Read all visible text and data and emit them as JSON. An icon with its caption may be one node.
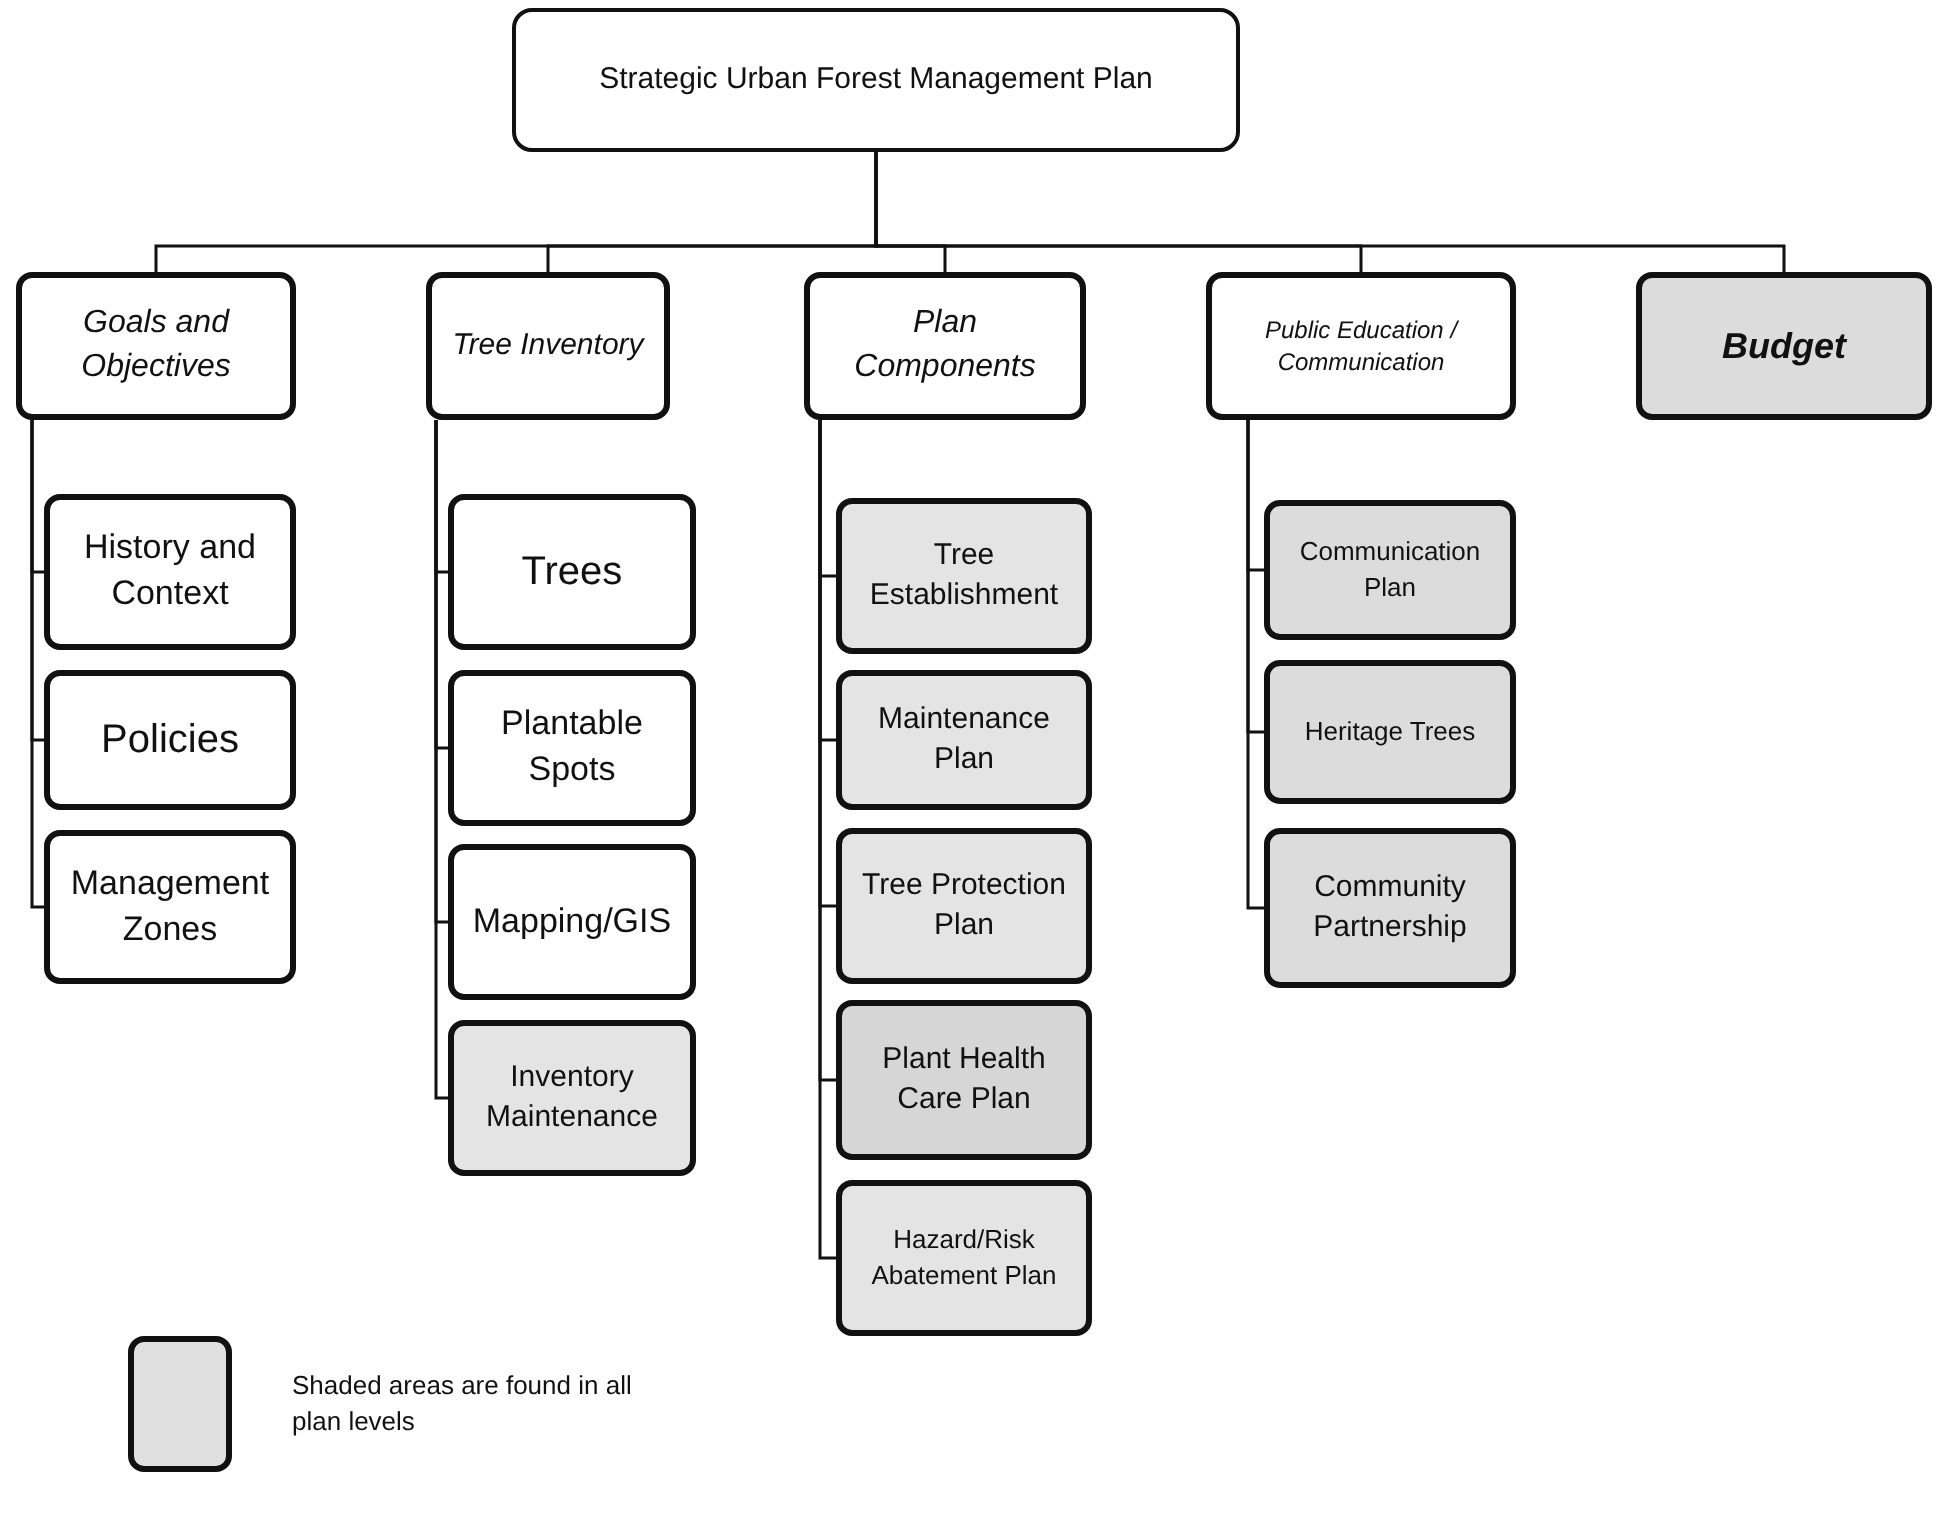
{
  "diagram": {
    "nodes": [
      {
        "text": [
          "Strategic Urban Forest Management Plan"
        ]
      },
      {
        "text": [
          "Goals and Objectives"
        ]
      },
      {
        "text": [
          "Tree Inventory"
        ]
      },
      {
        "text": [
          "Plan Components"
        ]
      },
      {
        "text": [
          "Public Education / Communication"
        ]
      },
      {
        "text": [
          "Budget"
        ]
      },
      {
        "text": [
          "History and Context"
        ]
      },
      {
        "text": [
          "Policies"
        ]
      },
      {
        "text": [
          "Management Zones"
        ]
      },
      {
        "text": [
          "Trees"
        ]
      },
      {
        "text": [
          "Plantable Spots"
        ]
      },
      {
        "text": [
          "Mapping/GIS"
        ]
      },
      {
        "text": [
          "Inventory Maintenance"
        ]
      },
      {
        "text": [
          "Tree Establishment"
        ]
      },
      {
        "text": [
          "Maintenance Plan"
        ]
      },
      {
        "text": [
          "Tree Protection Plan"
        ]
      },
      {
        "text": [
          "Plant Health Care Plan"
        ]
      },
      {
        "text": [
          "Hazard/Risk Abatement Plan"
        ]
      },
      {
        "text": [
          "Communication Plan"
        ]
      },
      {
        "text": [
          "Heritage Trees"
        ]
      },
      {
        "text": [
          "Community Partnership"
        ]
      }
    ],
    "edges": [
      {
        "from": 0,
        "to": 1,
        "arrow": "none"
      },
      {
        "from": 0,
        "to": 2,
        "arrow": "none"
      },
      {
        "from": 0,
        "to": 3,
        "arrow": "none"
      },
      {
        "from": 0,
        "to": 4,
        "arrow": "none"
      },
      {
        "from": 0,
        "to": 5,
        "arrow": "none"
      },
      {
        "from": 1,
        "to": 6,
        "arrow": "none"
      },
      {
        "from": 1,
        "to": 7,
        "arrow": "none"
      },
      {
        "from": 1,
        "to": 8,
        "arrow": "none"
      },
      {
        "from": 2,
        "to": 9,
        "arrow": "none"
      },
      {
        "from": 2,
        "to": 10,
        "arrow": "none"
      },
      {
        "from": 2,
        "to": 11,
        "arrow": "none"
      },
      {
        "from": 2,
        "to": 12,
        "arrow": "none"
      },
      {
        "from": 3,
        "to": 13,
        "arrow": "none"
      },
      {
        "from": 3,
        "to": 14,
        "arrow": "none"
      },
      {
        "from": 3,
        "to": 15,
        "arrow": "none"
      },
      {
        "from": 3,
        "to": 16,
        "arrow": "none"
      },
      {
        "from": 3,
        "to": 17,
        "arrow": "none"
      },
      {
        "from": 4,
        "to": 18,
        "arrow": "none"
      },
      {
        "from": 4,
        "to": 19,
        "arrow": "none"
      },
      {
        "from": 4,
        "to": 20,
        "arrow": "none"
      }
    ],
    "legend": [
      {
        "text": "Shaded areas are found in all plan levels",
        "color": "#e0e0e0"
      }
    ]
  }
}
